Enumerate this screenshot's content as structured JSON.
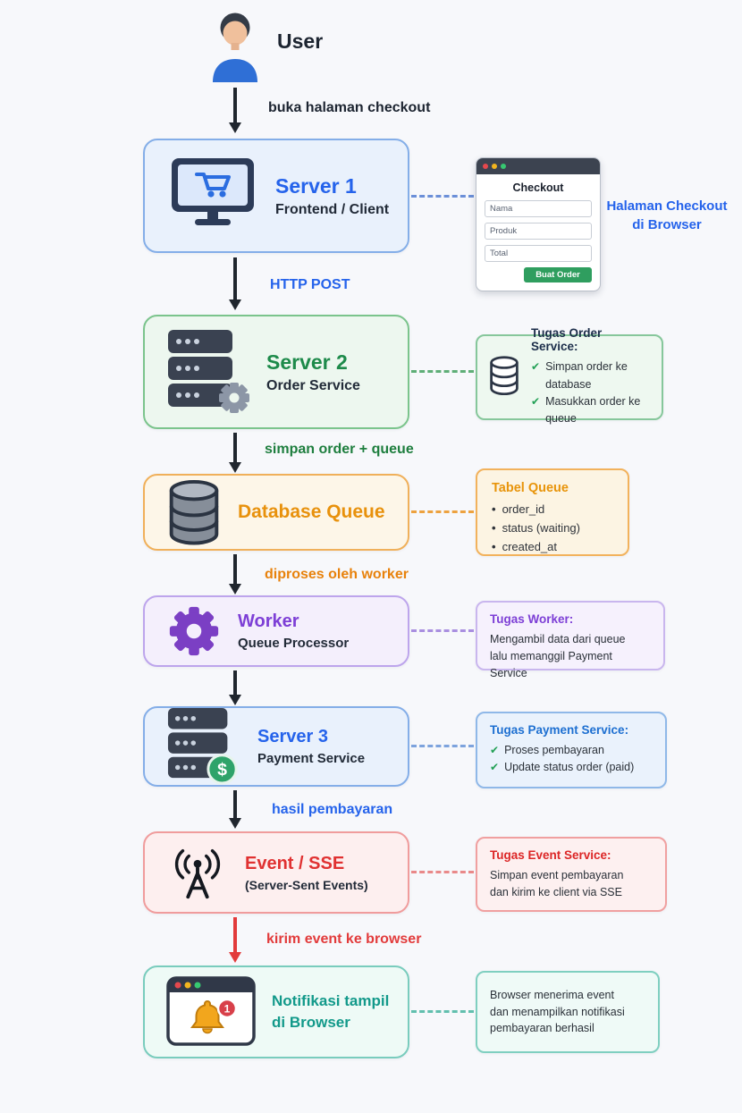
{
  "palette": {
    "blue": "#2563eb",
    "green": "#1d8a4a",
    "orange": "#e8910c",
    "purple": "#7d3fd6",
    "red": "#e03131",
    "teal": "#12998a",
    "dark": "#1c2430"
  },
  "user": {
    "label": "User"
  },
  "arrows": [
    {
      "label": "buka halaman checkout"
    },
    {
      "label": "HTTP POST"
    },
    {
      "label": "simpan order + queue"
    },
    {
      "label": "diproses oleh worker"
    },
    {
      "label": ""
    },
    {
      "label": "hasil pembayaran"
    },
    {
      "label": "kirim event ke browser"
    }
  ],
  "nodes": [
    {
      "title": "Server 1",
      "subtitle": "Frontend / Client"
    },
    {
      "title": "Server 2",
      "subtitle": "Order Service"
    },
    {
      "title": "Database Queue"
    },
    {
      "title": "Worker",
      "subtitle": "Queue Processor"
    },
    {
      "title": "Server 3",
      "subtitle": "Payment Service"
    },
    {
      "title": "Event / SSE",
      "subtitle": "(Server-Sent Events)"
    },
    {
      "title": "Notifikasi tampil",
      "subtitle": "di Browser"
    }
  ],
  "icons": {
    "dollar": "$"
  },
  "side": {
    "checkout": {
      "window_title": "Checkout",
      "fields": [
        "Nama",
        "Produk",
        "Total"
      ],
      "button": "Buat Order",
      "caption": [
        "Halaman Checkout",
        "di Browser"
      ]
    },
    "order": {
      "title": "Tugas Order Service:",
      "items": [
        "Simpan order ke database",
        "Masukkan order ke queue"
      ]
    },
    "queue": {
      "title": "Tabel Queue",
      "items": [
        "order_id",
        "status (waiting)",
        "created_at"
      ]
    },
    "worker": {
      "title": "Tugas Worker:",
      "lines": [
        "Mengambil data dari queue",
        "lalu memanggil Payment Service"
      ]
    },
    "payment": {
      "title": "Tugas Payment Service:",
      "items": [
        "Proses pembayaran",
        "Update status order (paid)"
      ]
    },
    "event": {
      "title": "Tugas Event Service:",
      "lines": [
        "Simpan event pembayaran",
        "dan kirim ke client via SSE"
      ]
    },
    "notif": {
      "badge": "1",
      "lines": [
        "Browser menerima event",
        "dan menampilkan notifikasi",
        "pembayaran berhasil"
      ]
    }
  }
}
